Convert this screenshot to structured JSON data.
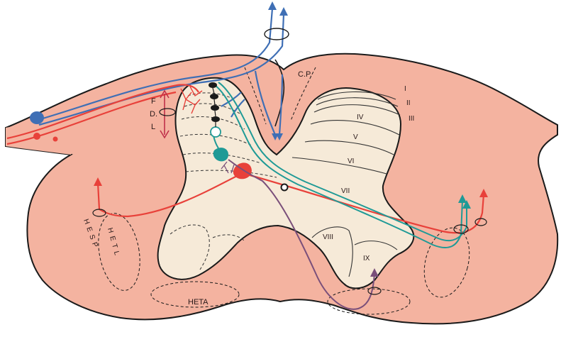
{
  "colors": {
    "cord": "#f4b3a0",
    "cord_edge": "#1a1a1a",
    "grey_matter": "#f6ead8",
    "lamina_lines": "#333333",
    "blue_pathway": "#3f6fb5",
    "red_pathway": "#e8413a",
    "teal_pathway": "#1f9a96",
    "purple_pathway": "#7a4f7a",
    "dark_neuron": "#1a1a1a"
  },
  "labels": {
    "cp": "C.P.",
    "lamina_i": "I",
    "lamina_ii": "II",
    "lamina_iii": "III",
    "lamina_iv": "IV",
    "lamina_v": "V",
    "lamina_vi": "VI",
    "lamina_vii": "VII",
    "lamina_viii": "VIII",
    "lamina_ix": "IX",
    "fdl_f": "F",
    "fdl_d": "D.",
    "fdl_l": "L",
    "hesp": "H E S P",
    "hetl": "H E T L",
    "heta": "HETA"
  },
  "icons": {
    "blue_ganglion": "ganglion-cell-icon",
    "red_ganglion": "ganglion-cell-icon",
    "axon_ring": "axon-section-icon"
  }
}
